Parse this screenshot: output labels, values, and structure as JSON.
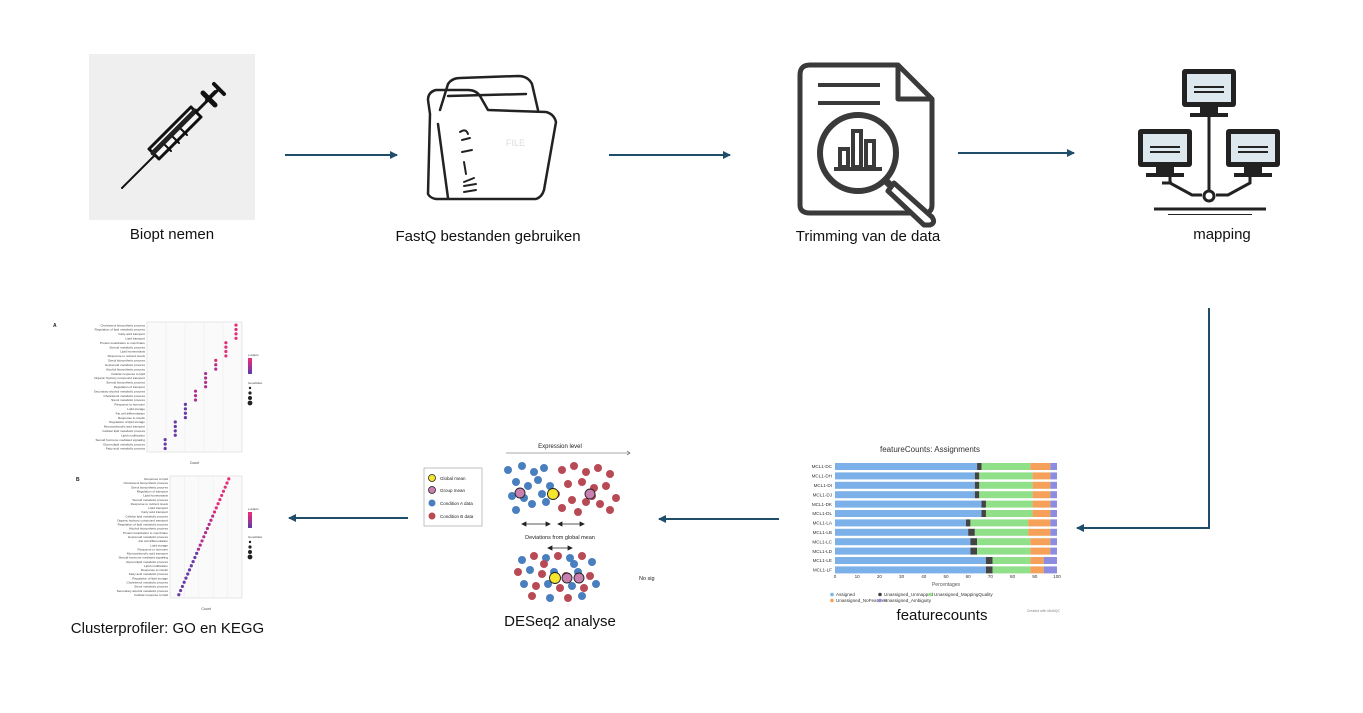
{
  "steps": {
    "biopt": "Biopt nemen",
    "fastq": "FastQ bestanden gebruiken",
    "trimming": "Trimming van de data",
    "mapping": "mapping",
    "featurecounts": "featurecounts",
    "deseq2": "DESeq2 analyse",
    "clusterprofiler": "Clusterprofiler: GO en KEGG"
  },
  "file_icon_text": "FILE",
  "colors": {
    "arrow": "#1f4e6b",
    "assigned": "#7cb0e8",
    "unmapped": "#444444",
    "mapping_quality": "#90e08a",
    "no_features": "#f5a15a",
    "ambiguity": "#8c8ce0",
    "condition_a": "#4a7fbf",
    "condition_b": "#b84a55",
    "global_mean": "#f5e630",
    "group_mean": "#c97fb0"
  },
  "chart_data": {
    "type": "bar",
    "title": "featureCounts: Assignments",
    "xlabel": "Percentages",
    "xlim": [
      0,
      100
    ],
    "xticks": [
      "0",
      "10",
      "20",
      "30",
      "40",
      "50",
      "60",
      "70",
      "80",
      "90",
      "100"
    ],
    "categories": [
      "MCL1-DC",
      "MCL1-DH",
      "MCL1-DI",
      "MCL1-DJ",
      "MCL1-DK",
      "MCL1-DL",
      "MCL1-LA",
      "MCL1-LB",
      "MCL1-LC",
      "MCL1-LD",
      "MCL1-LE",
      "MCL1-LF"
    ],
    "series": [
      {
        "name": "Assigned",
        "values": [
          64,
          63,
          63,
          63,
          66,
          66,
          59,
          60,
          61,
          61,
          68,
          68
        ]
      },
      {
        "name": "Unassigned_Unmapped",
        "values": [
          2,
          2,
          2,
          2,
          2,
          2,
          2,
          3,
          3,
          3,
          3,
          3
        ]
      },
      {
        "name": "Unassigned_MappingQuality",
        "values": [
          22,
          24,
          24,
          24,
          21,
          21,
          26,
          24,
          24,
          24,
          17,
          17
        ]
      },
      {
        "name": "Unassigned_NoFeatures",
        "values": [
          9,
          8,
          8,
          8,
          8,
          8,
          10,
          10,
          9,
          9,
          6,
          6
        ]
      },
      {
        "name": "Unassigned_Ambiguity",
        "values": [
          3,
          3,
          3,
          3,
          3,
          3,
          3,
          3,
          3,
          3,
          6,
          6
        ]
      }
    ],
    "credit": "Created with MultiQC"
  },
  "deseq": {
    "title": "Expression level",
    "legend": [
      "Global mean",
      "Group mean",
      "Condition A  data",
      "Condition B data"
    ],
    "deviation_label": "Deviations from global mean",
    "no_sig": "No sig"
  },
  "go_panels": [
    {
      "tag": "A",
      "xlabel": "Count",
      "legend_title_1": "p.adjust",
      "legend_title_2": "GeneRatio",
      "terms": [
        "Cholesterol biosynthetic process",
        "Regulation of lipid metabolic process",
        "Fatty acid transport",
        "Lipid transport",
        "Protein localization to membrane",
        "Steroid metabolic process",
        "Lipid homeostasis",
        "Response to nutrient levels",
        "Sterol biosynthetic process",
        "Isoprenoid metabolic process",
        "Alcohol biosynthetic process",
        "Cellular response to lipid",
        "Organic hydroxy compound transport",
        "Steroid biosynthetic process",
        "Regulation of transport",
        "Secondary alcohol metabolic process",
        "Cholesterol metabolic process",
        "Sterol metabolic process",
        "Response to hormone",
        "Lipid storage",
        "Fat cell differentiation",
        "Response to insulin",
        "Regulation of lipid storage",
        "Monocarboxylic acid transport",
        "Cellular lipid metabolic process",
        "Lipid modification",
        "Steroid hormone mediated signaling",
        "Glycerolipid metabolic process",
        "Fatty acid metabolic process"
      ]
    },
    {
      "tag": "B",
      "xlabel": "Count",
      "legend_title_1": "p.adjust",
      "legend_title_2": "GeneRatio",
      "terms": [
        "Response to lipid",
        "Cholesterol biosynthetic process",
        "Sterol biosynthetic process",
        "Regulation of transport",
        "Lipid homeostasis",
        "Steroid metabolic process",
        "Response to nutrient levels",
        "Lipid transport",
        "Fatty acid transport",
        "Cellular lipid metabolic process",
        "Organic hydroxy compound transport",
        "Regulation of lipid metabolic process",
        "Alcohol biosynthetic process",
        "Protein localization to membrane",
        "Isoprenoid metabolic process",
        "Fat cell differentiation",
        "Lipid storage",
        "Response to hormone",
        "Monocarboxylic acid transport",
        "Steroid hormone mediated signaling",
        "Glycerolipid metabolic process",
        "Lipid modification",
        "Response to insulin",
        "Fatty acid metabolic process",
        "Regulation of lipid storage",
        "Cholesterol metabolic process",
        "Sterol metabolic process",
        "Secondary alcohol metabolic process",
        "Cellular response to lipid"
      ]
    }
  ]
}
